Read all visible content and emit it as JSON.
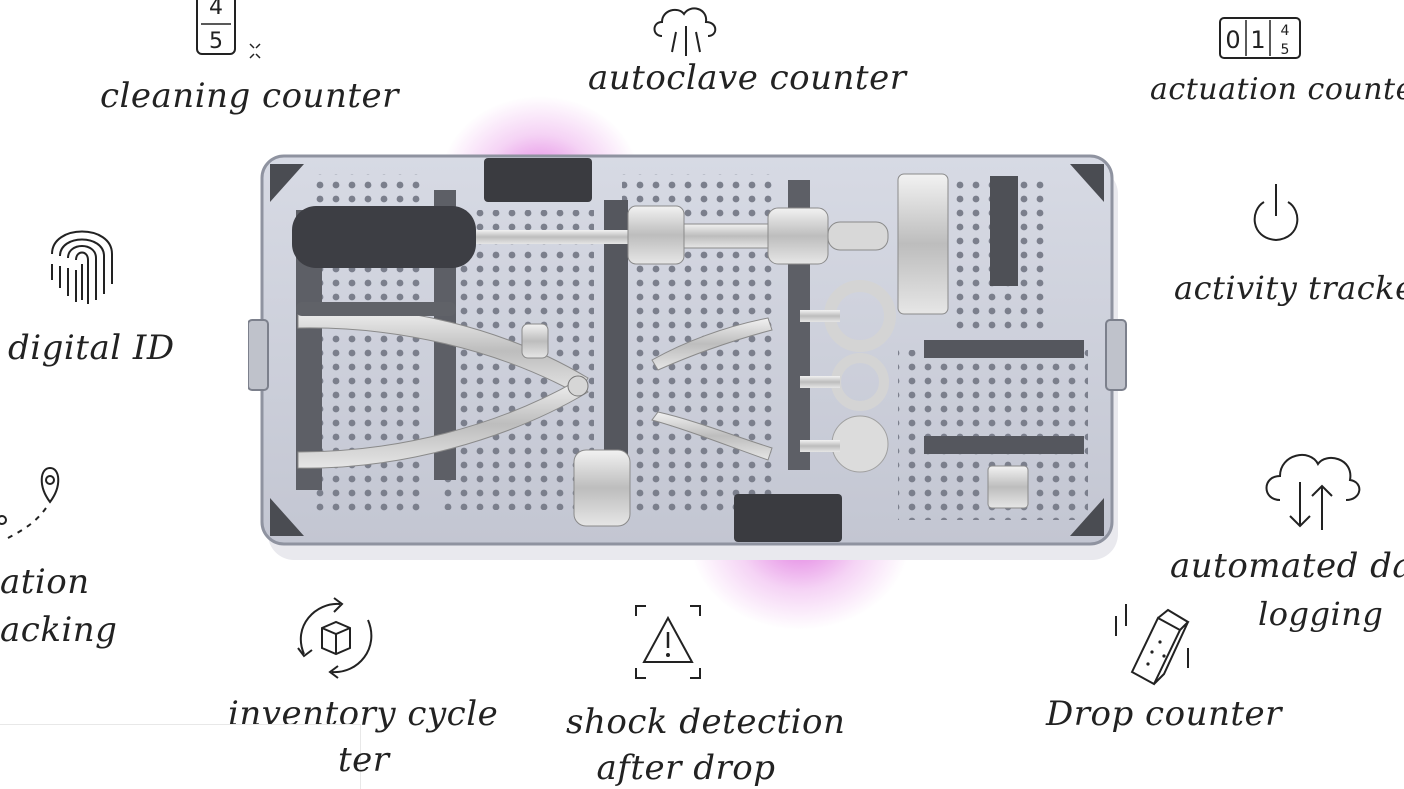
{
  "labels": {
    "cleaning": "cleaning counter",
    "autoclave": "autoclave counter",
    "actuation": "actuation counter",
    "digital_id": "digital ID",
    "activity": "activity tracker",
    "location_1": "ation",
    "location_2": "acking",
    "automated_1": "automated da",
    "automated_2": "logging",
    "inventory_1": "inventory cycle",
    "inventory_2": "ter",
    "shock_1": "shock detection",
    "shock_2": "after drop",
    "drop": "Drop counter"
  },
  "counter_digits": {
    "cleaning": [
      "4",
      "5"
    ],
    "actuation": [
      "0",
      "1",
      "4",
      "5"
    ]
  },
  "icons": {
    "cleaning": "counter-digits-icon",
    "autoclave": "cloud-steam-icon",
    "actuation": "digit-counter-icon",
    "digital_id": "fingerprint-icon",
    "activity": "power-icon",
    "location": "location-pin-icon",
    "automated": "cloud-sync-icon",
    "inventory": "cycle-box-icon",
    "shock": "warning-triangle-icon",
    "drop": "falling-block-icon"
  },
  "colors": {
    "glow": "#d750d7",
    "tray": "#c9ccd8",
    "tray_edge": "#8f93a0",
    "ink": "#222222"
  }
}
